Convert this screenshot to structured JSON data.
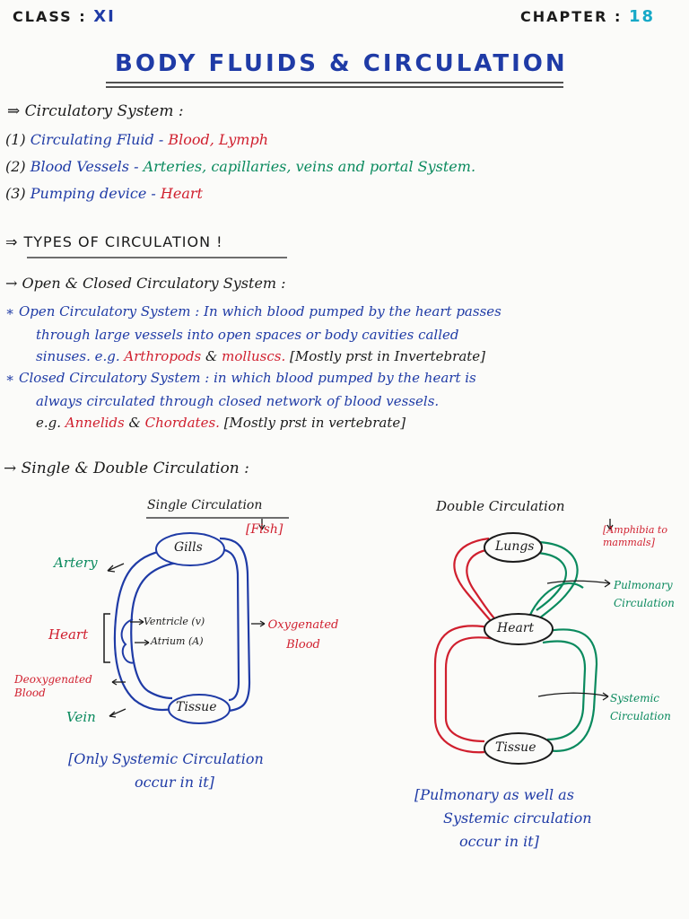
{
  "colors": {
    "black": "#1b1b1b",
    "blue": "#1f3ba6",
    "red": "#d01f2e",
    "green": "#0a8a5e"
  },
  "header": {
    "class_label": "CLASS :",
    "class_value": "XI",
    "chapter_label": "CHAPTER :",
    "chapter_value": "18"
  },
  "title": "BODY FLUIDS & CIRCULATION",
  "circulatory": {
    "heading": "⇒ Circulatory System :",
    "items": [
      {
        "num": "(1)",
        "label": "Circulating Fluid -",
        "value": "Blood, Lymph"
      },
      {
        "num": "(2)",
        "label": "Blood Vessels -",
        "value": "Arteries, capillaries, veins and portal System."
      },
      {
        "num": "(3)",
        "label": "Pumping device -",
        "value": "Heart"
      }
    ]
  },
  "types": {
    "heading": "⇒ TYPES OF CIRCULATION !"
  },
  "open_closed": {
    "heading": "→ Open & Closed Circulatory System :",
    "open_line1": "∗ Open Circulatory System : In which blood pumped by the heart passes",
    "open_line2": "through large vessels into open spaces or body cavities called",
    "open_line3_a": "sinuses. e.g.",
    "open_line3_b": "Arthropods",
    "open_line3_c": "&",
    "open_line3_d": "molluscs.",
    "open_line3_e": "[Mostly prst in Invertebrate]",
    "closed_line1": "∗ Closed Circulatory System : in which blood pumped by the heart is",
    "closed_line2": "always circulated through closed network of blood vessels.",
    "closed_line3_a": "e.g.",
    "closed_line3_b": "Annelids",
    "closed_line3_c": "&",
    "closed_line3_d": "Chordates.",
    "closed_line3_e": "[Mostly prst in vertebrate]"
  },
  "single_double": {
    "heading": "→ Single & Double Circulation :"
  },
  "single": {
    "title": "Single Circulation",
    "example": "[Fish]",
    "gills": "Gills",
    "tissue": "Tissue",
    "artery": "Artery",
    "heart": "Heart",
    "ventricle": "Ventricle (v)",
    "atrium": "Atrium (A)",
    "oxygenated": "Oxygenated Blood",
    "deoxygenated": "Deoxygenated Blood",
    "vein": "Vein",
    "note_line1": "[Only Systemic Circulation",
    "note_line2": "occur in it]"
  },
  "double": {
    "title": "Double Circulation",
    "example": "[Amphibia to mammals]",
    "lungs": "Lungs",
    "heart": "Heart",
    "tissue": "Tissue",
    "pulmonary": "Pulmonary Circulation",
    "systemic": "Systemic Circulation",
    "note_line1": "[Pulmonary as well as",
    "note_line2": "Systemic circulation",
    "note_line3": "occur in it]"
  }
}
